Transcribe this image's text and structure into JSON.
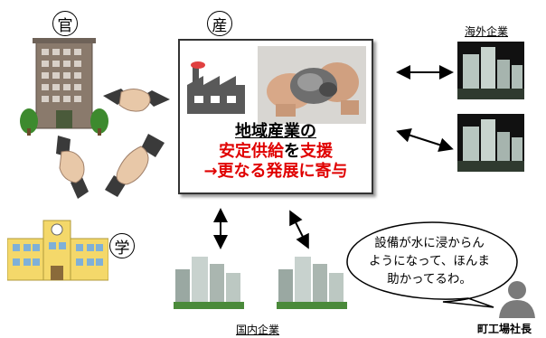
{
  "labels": {
    "government": "官",
    "industry": "産",
    "academia": "学"
  },
  "center": {
    "line1": "地域産業の",
    "line2_part1": "安定供給",
    "line2_part2": "を",
    "line2_part3": "支援",
    "line3": "→更なる発展に寄与"
  },
  "overseas_label": "海外企業",
  "domestic_label": "国内企業",
  "speech_bubble": {
    "line1": "設備が水に浸からん",
    "line2": "ようになって、ほんま",
    "line3": "助かってるわ。"
  },
  "speaker_label": "町工場社長",
  "colors": {
    "highlight_red": "#e00000",
    "building_dark": "#2f3a2f",
    "building_light": "#b8c6c0"
  },
  "icons": [
    "government-building-icon",
    "handshake-icon",
    "factory-icon",
    "wrench-hand-icon",
    "school-building-icon",
    "city-skyline-icon",
    "person-silhouette-icon",
    "double-arrow-icon"
  ]
}
